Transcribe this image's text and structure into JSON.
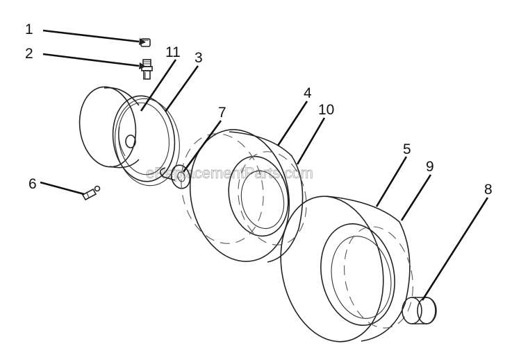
{
  "watermark": "eReplacementParts.com",
  "callouts": [
    {
      "id": "1",
      "label": "1"
    },
    {
      "id": "2",
      "label": "2"
    },
    {
      "id": "11",
      "label": "11"
    },
    {
      "id": "3",
      "label": "3"
    },
    {
      "id": "7",
      "label": "7"
    },
    {
      "id": "4",
      "label": "4"
    },
    {
      "id": "10",
      "label": "10"
    },
    {
      "id": "6",
      "label": "6"
    },
    {
      "id": "5",
      "label": "5"
    },
    {
      "id": "9",
      "label": "9"
    },
    {
      "id": "8",
      "label": "8"
    }
  ]
}
